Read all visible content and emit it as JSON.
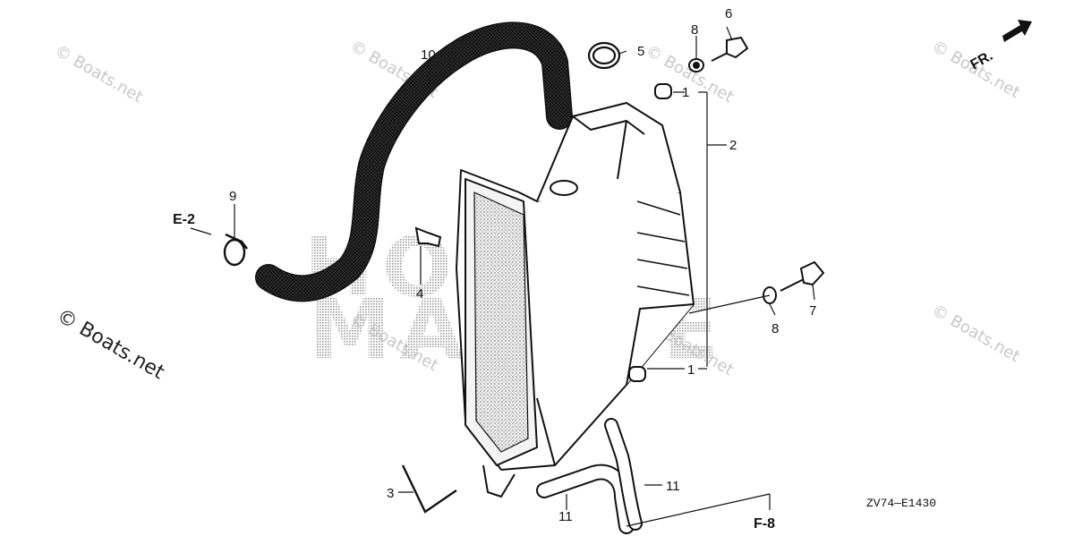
{
  "callouts": {
    "c1a": "1",
    "c1b": "1",
    "c2": "2",
    "c3": "3",
    "c4": "4",
    "c5": "5",
    "c6": "6",
    "c7": "7",
    "c8a": "8",
    "c8b": "8",
    "c9": "9",
    "c10": "10",
    "c11a": "11",
    "c11b": "11"
  },
  "refs": {
    "e2": "E-2",
    "f8": "F-8",
    "fr": "FR."
  },
  "diagram_code": "ZV74—E1430",
  "watermark": "© Boats.net",
  "brand_watermark": {
    "line1": "HONDA",
    "line2": "MARINE"
  },
  "colors": {
    "line": "#111111",
    "watermark": "#c8c8c8",
    "brand_dots": "#9a9a9a"
  }
}
